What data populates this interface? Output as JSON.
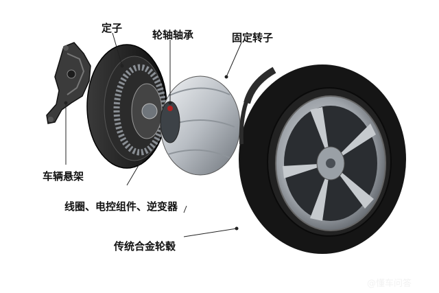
{
  "labels": {
    "stator": "定子",
    "hub_bearing": "轮轴轴承",
    "fixed_rotor": "固定转子",
    "suspension": "车辆悬架",
    "coil_inverter": "线圈、电控组件、逆变器",
    "alloy_hub": "传统合金轮毂"
  },
  "watermark": "@懂车问答",
  "colors": {
    "label_text": "#111111",
    "leader_line": "#222222",
    "tire": "#1a1a1a",
    "rim": "#a9adb2",
    "motor_silver": "#c7cbd0"
  }
}
